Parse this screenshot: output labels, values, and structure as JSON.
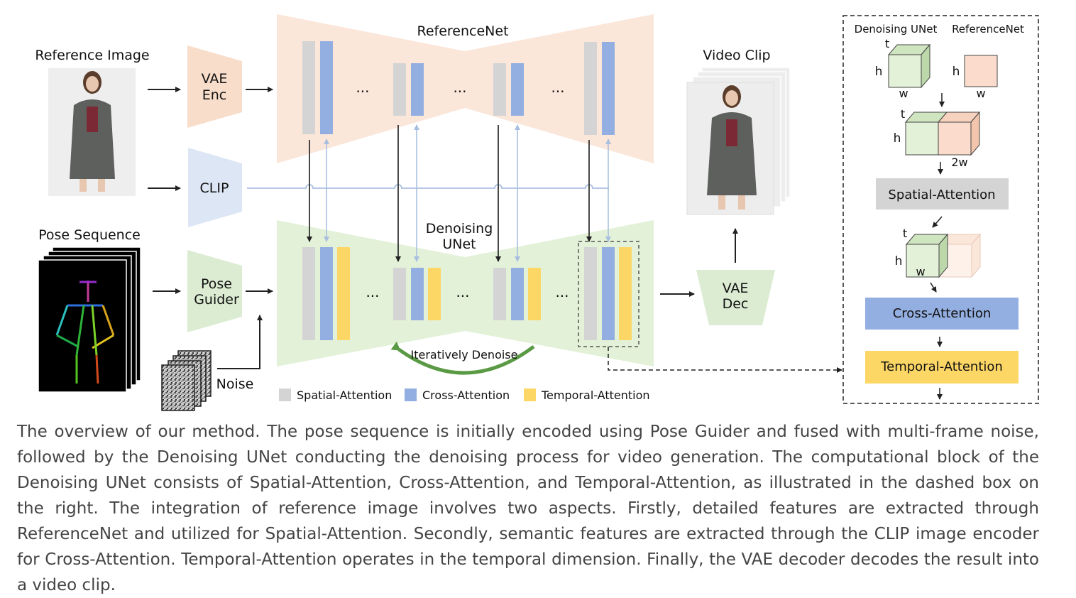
{
  "labels": {
    "reference_image": "Reference Image",
    "pose_sequence": "Pose Sequence",
    "noise": "Noise",
    "vae_enc_line1": "VAE",
    "vae_enc_line2": "Enc",
    "clip": "CLIP",
    "pose_guider_line1": "Pose",
    "pose_guider_line2": "Guider",
    "referencenet": "ReferenceNet",
    "denoising_unet_line1": "Denoising",
    "denoising_unet_line2": "UNet",
    "ellipsis": "...",
    "iteratively_denoise": "Iteratively Denoise",
    "video_clip": "Video Clip",
    "vae_dec_line1": "VAE",
    "vae_dec_line2": "Dec"
  },
  "legend": [
    {
      "label": "Spatial-Attention",
      "color": "#d4d4d4"
    },
    {
      "label": "Cross-Attention",
      "color": "#93aee0"
    },
    {
      "label": "Temporal-Attention",
      "color": "#fcd766"
    }
  ],
  "detail_box": {
    "denoising_unet": "Denoising UNet",
    "referencenet": "ReferenceNet",
    "t": "t",
    "h": "h",
    "w": "w",
    "two_w": "2w",
    "spatial_attention": "Spatial-Attention",
    "cross_attention": "Cross-Attention",
    "temporal_attention": "Temporal-Attention"
  },
  "colors": {
    "reference_bg": "#fbe6da",
    "denoising_bg": "#e3f1d8",
    "vae_enc": "#f8ddca",
    "clip": "#dde6f5",
    "pose_guider": "#dcecd2",
    "vae_dec": "#dcecd2",
    "spatial": "#d4d4d4",
    "cross": "#93aee0",
    "temporal": "#fcd766",
    "arrow_dark": "#333333",
    "arrow_light": "#a9bfe0",
    "green_arrow": "#5a9a44"
  },
  "caption": "The overview of our method. The pose sequence is initially encoded using Pose Guider and fused with multi-frame noise, followed by the Denoising UNet conducting the denoising process for video generation. The computational block of the Denoising UNet consists of Spatial-Attention, Cross-Attention, and Temporal-Attention, as illustrated in the dashed box on the right. The integration of reference image involves two aspects. Firstly, detailed features are extracted through ReferenceNet and utilized for Spatial-Attention. Secondly, semantic features are extracted through the CLIP image encoder for Cross-Attention. Temporal-Attention operates in the temporal dimension. Finally, the VAE decoder decodes the result into a video clip."
}
